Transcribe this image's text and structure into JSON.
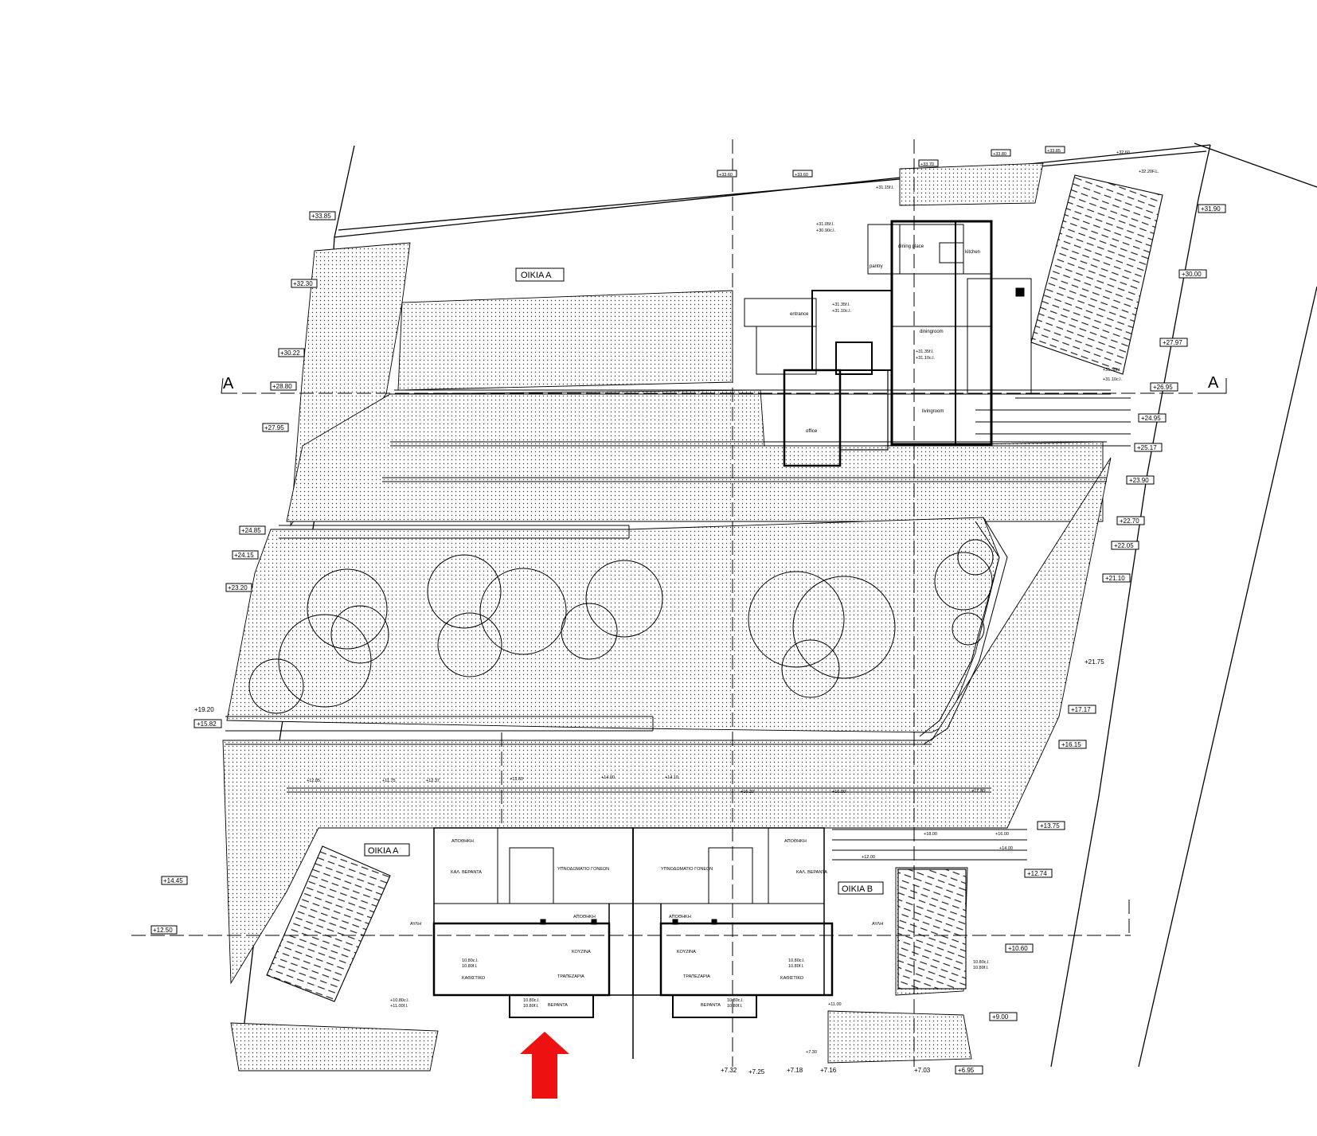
{
  "section_marks": [
    "A",
    "A"
  ],
  "house_labels": {
    "upper_house": "ΟΙΚΙΑ Α",
    "lower_house_a": "ΟΙΚΙΑ Α",
    "lower_house_b": "ΟΙΚΙΑ Β"
  },
  "upper_rooms": {
    "dining_place": "dining place",
    "kitchen": "kitchen",
    "pantry": "pantry",
    "entrance": "entrance",
    "diningroom": "diningroom",
    "livingroom": "livingroom",
    "office": "office"
  },
  "lower_rooms": {
    "storage": "ΑΠΟΘΗΚΗ",
    "guest_veranda": "ΚΑΛ. ΒΕΡΑΝΤΑ",
    "parents_bedroom": "ΥΠΝΟΔΩΜΑΤΙΟ ΓΟΝΕΩΝ",
    "kitchen": "ΚΟΥΖΙΝΑ",
    "dining": "ΤΡΑΠΕΖΑΡΙΑ",
    "sitting": "ΚΑΘΙΣΤΙΚΟ",
    "veranda": "ΒΕΡΑΝΤΑ",
    "yard": "ΑΥΛΗ"
  },
  "boundary_levels": {
    "left": [
      "+33.85",
      "+32.30",
      "+30.22",
      "+28.80",
      "+27.95",
      "+24.85",
      "+24.15",
      "+23.20",
      "+19.20",
      "+15.82",
      "+14.45",
      "+12.50"
    ],
    "right": [
      "+31.90",
      "+30.00",
      "+27.97",
      "+26.95",
      "+24.95",
      "+25.17",
      "+23.90",
      "+22.70",
      "+22.05",
      "+21.10",
      "+21.75",
      "+17.17",
      "+16.15",
      "+13.75",
      "+12.74",
      "+10.60",
      "+9.00"
    ],
    "bottom": [
      "+7.32",
      "+7.25",
      "+7.18",
      "+7.16",
      "+7.03",
      "+6.95"
    ],
    "top": [
      "+33.60",
      "+33.60",
      "+33.70",
      "+33.80",
      "+33.85",
      "+32.60",
      "+32.20F.L."
    ]
  },
  "upper_levels": {
    "entrance_fl": "+31.35f.l.",
    "entrance_cl": "+31.10c.l.",
    "dining_fl": "+31.35f.l.",
    "dining_cl": "+31.10c.l.",
    "terrace_fl": "+31.30f.l.",
    "terrace_cl": "+31.10c.l.",
    "roof_fl": "+31.05f.l.",
    "roof_cl": "+30.90c.l.",
    "wall_top": "+31.15f.l."
  },
  "lower_levels": {
    "a_veranda_fl": "10.80c.l.",
    "a_veranda_cl": "10.80f.l.",
    "a_sitting_fl": "10.80c.l.",
    "a_sitting_cl": "10.80f.l.",
    "b_sitting_fl": "10.80c.l.",
    "b_sitting_cl": "10.80f.l.",
    "b_veranda_fl": "10.80c.l.",
    "b_veranda_cl": "10.80f.l.",
    "yard_a_fl": "+10.80c.l.",
    "yard_a_cl": "+11.00f.l.",
    "yard_b_fl": "10.80c.l.",
    "yard_b_cl": "10.80f.l."
  },
  "road_levels": [
    "+12.85",
    "+11.75",
    "+12.37",
    "+13.60",
    "+14.00",
    "+14.10",
    "+16.20",
    "+16.00",
    "+17.90",
    "+18.00",
    "+16.00",
    "+14.00",
    "+12.00",
    "+11.00",
    "+7.30"
  ],
  "colors": {
    "line": "#000000",
    "arrow": "#ee1111",
    "paper": "#ffffff"
  }
}
